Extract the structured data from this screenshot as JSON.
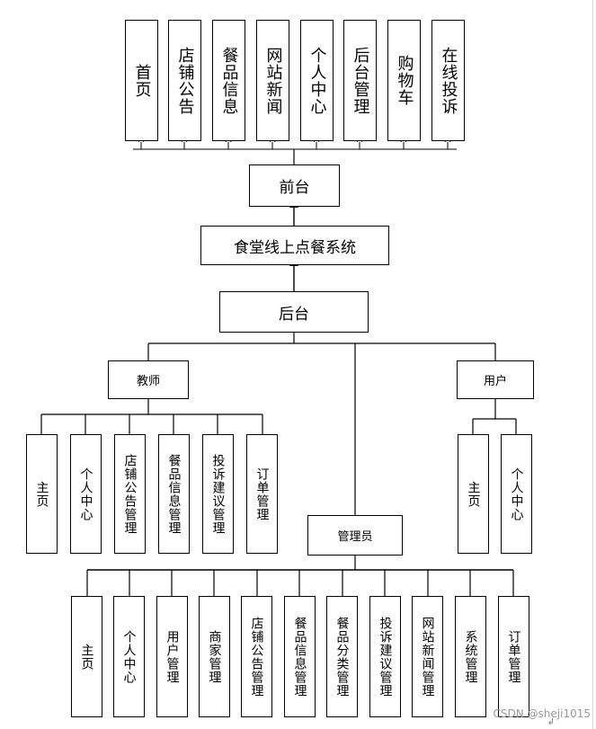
{
  "diagram": {
    "root": "食堂线上点餐系统",
    "front": {
      "label": "前台",
      "modules": [
        "首页",
        "店铺公告",
        "餐品信息",
        "网站新闻",
        "个人中心",
        "后台管理",
        "购物车",
        "在线投诉"
      ]
    },
    "back": {
      "label": "后台",
      "teacher": {
        "label": "教师",
        "modules": [
          "主页",
          "个人中心",
          "店铺公告管理",
          "餐品信息管理",
          "投诉建议管理",
          "订单管理"
        ]
      },
      "user": {
        "label": "用户",
        "modules": [
          "主页",
          "个人中心"
        ]
      },
      "admin": {
        "label": "管理员",
        "modules": [
          "主页",
          "个人中心",
          "用户管理",
          "商家管理",
          "店铺公告管理",
          "餐品信息管理",
          "餐品分类管理",
          "投诉建议管理",
          "网站新闻管理",
          "系统管理",
          "订单管理"
        ]
      }
    }
  },
  "watermark": "CSDN @sheji1015",
  "corner_mark": "↲"
}
